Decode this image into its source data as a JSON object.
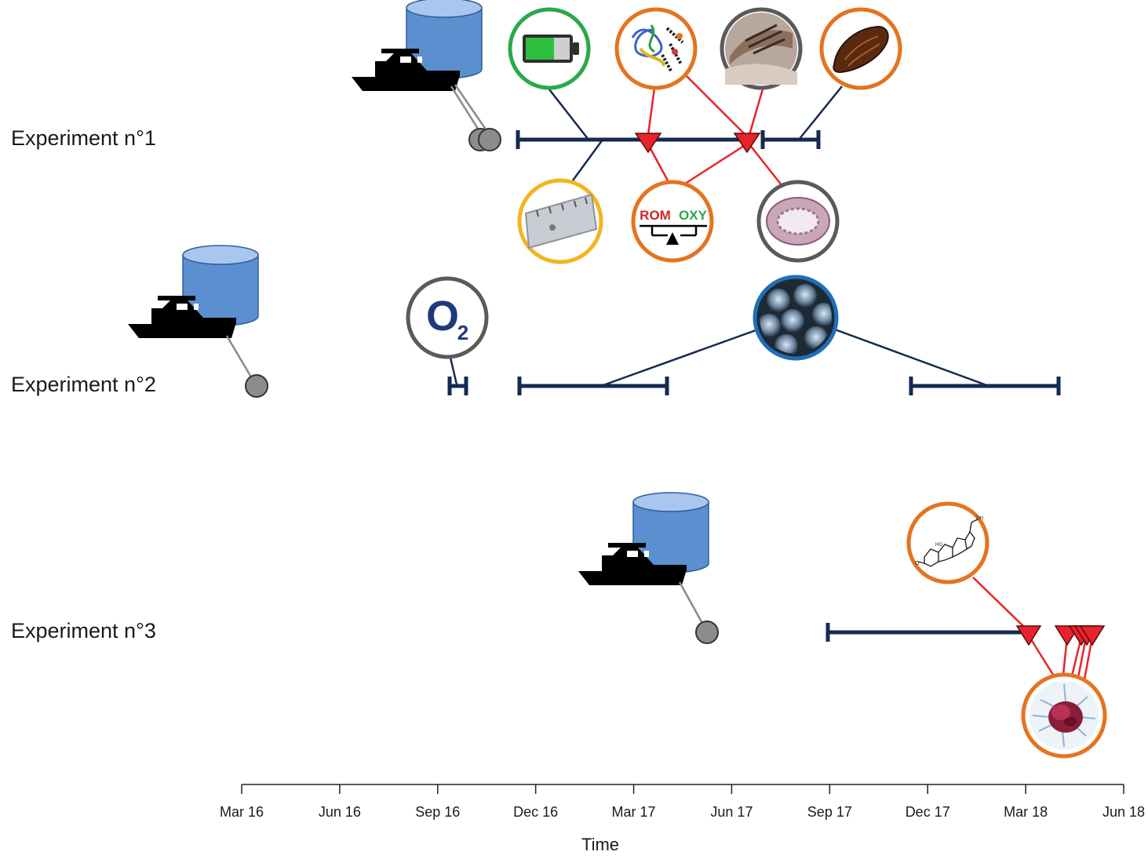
{
  "experiments": [
    {
      "label": "Experiment n°1"
    },
    {
      "label": "Experiment n°2"
    },
    {
      "label": "Experiment n°3"
    }
  ],
  "axis": {
    "title": "Time",
    "ticks": [
      "Mar 16",
      "Jun 16",
      "Sep 16",
      "Dec 16",
      "Mar 17",
      "Jun 17",
      "Sep 17",
      "Dec 17",
      "Mar 18",
      "Jun 18"
    ]
  },
  "icons": {
    "battery": "battery-icon",
    "protein": "protein-structure-icon",
    "gill_photo": "gill-tissue-photo-icon",
    "liver": "organ-tissue-icon",
    "ruler": "ruler-icon",
    "balance": "rom-oxy-balance-icon",
    "histology": "histology-section-icon",
    "oxygen": "oxygen-icon",
    "eggs": "fish-eggs-icon",
    "cortisol": "steroid-molecule-icon",
    "blood_cell": "blood-cell-icon",
    "boat_tank": "boat-and-tank-icon"
  },
  "balance_text": {
    "left": "ROM",
    "right": "OXY"
  },
  "oxygen_text": {
    "main": "O",
    "sub": "2"
  },
  "colors": {
    "navy": "#142a52",
    "red": "#e8232a",
    "green_ring": "#2aa84a",
    "orange_ring": "#e5731f",
    "grey_ring": "#5a5a5a",
    "yellow_ring": "#f2b51c",
    "blue_ring": "#1f6fb8",
    "tank_blue": "#5b8fd0",
    "sample_grey": "#8c8c8c"
  }
}
